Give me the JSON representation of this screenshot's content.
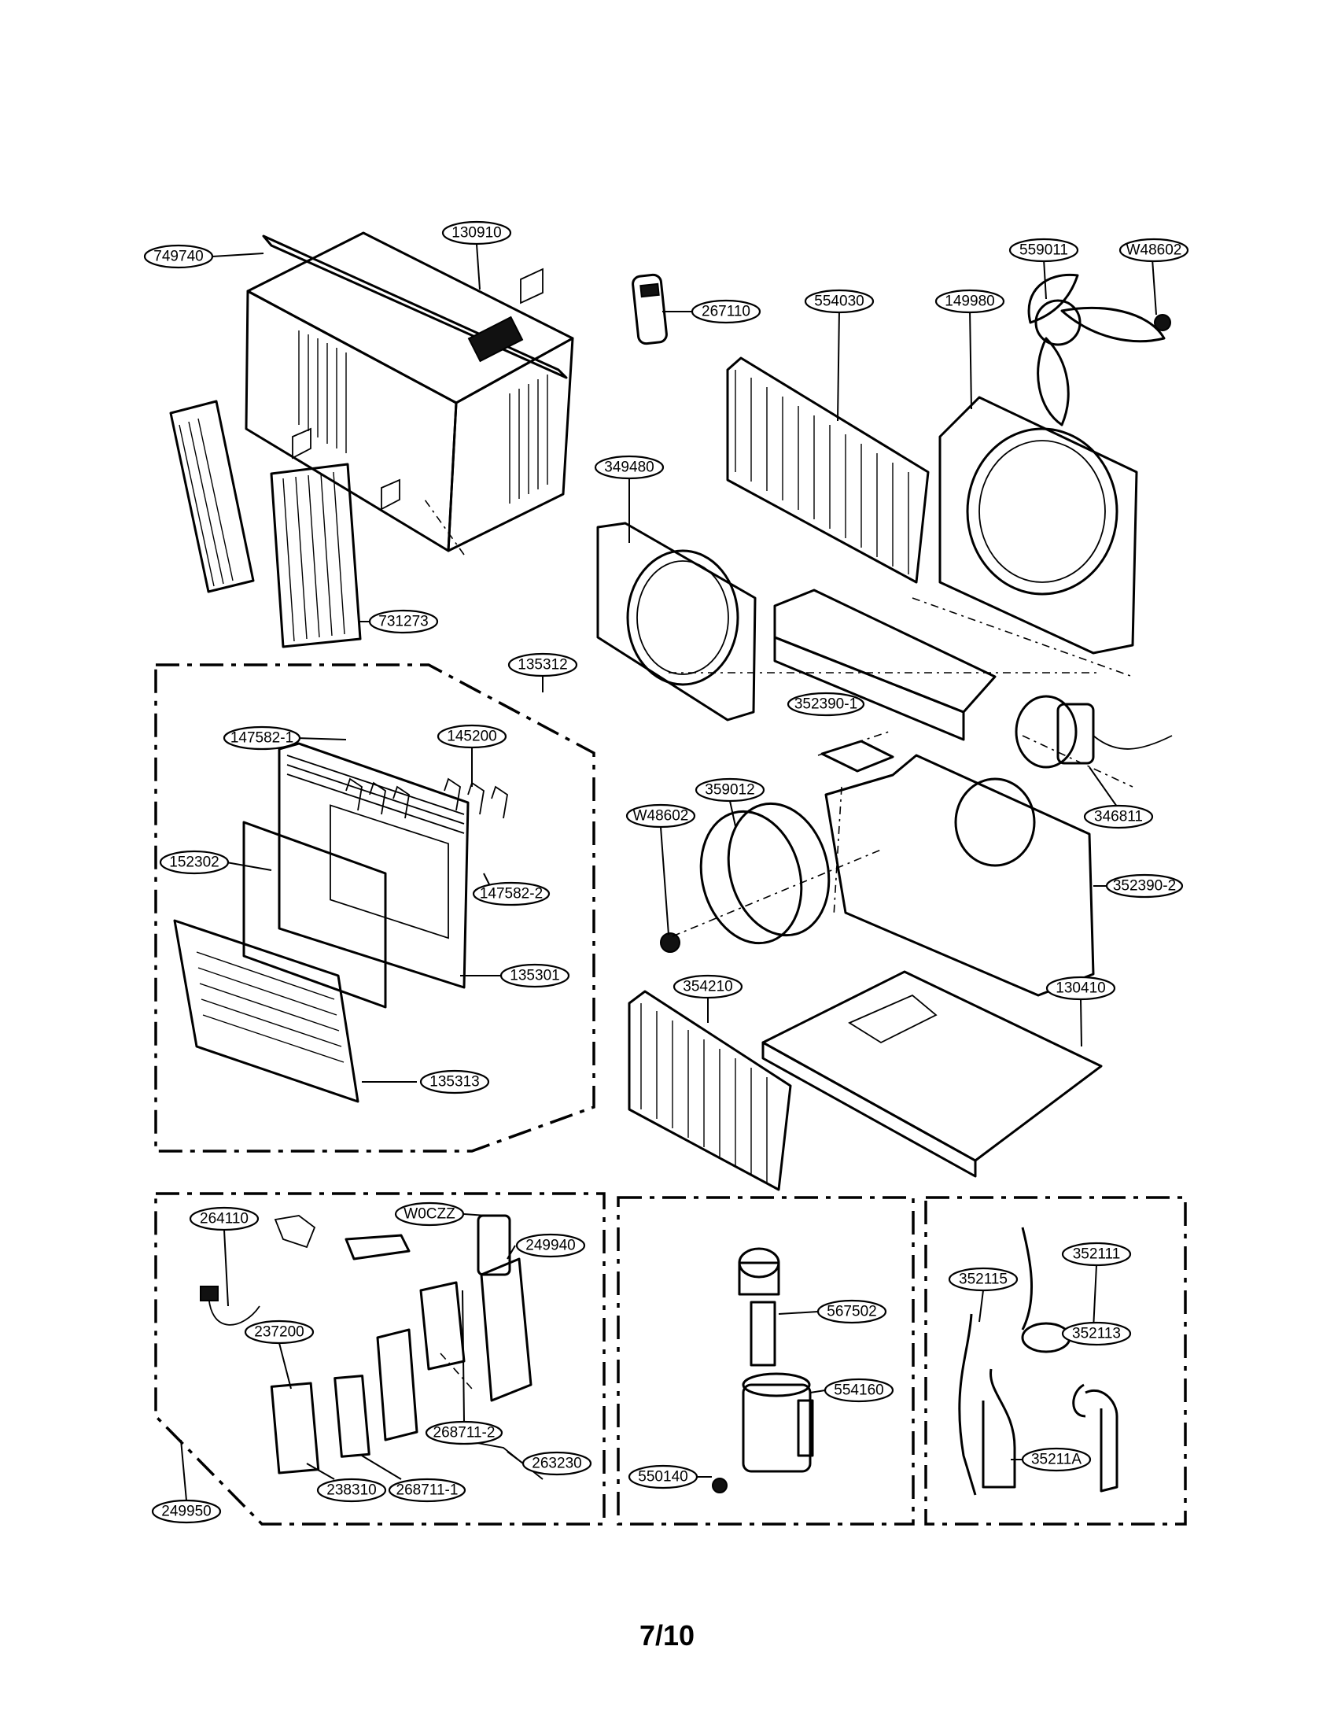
{
  "page_number": "7/10",
  "labels": [
    "749740",
    "130910",
    "267110",
    "559011",
    "W48602",
    "554030",
    "149980",
    "349480",
    "731273",
    "135312",
    "352390-1",
    "147582-1",
    "145200",
    "346811",
    "359012",
    "W48602",
    "152302",
    "147582-2",
    "352390-2",
    "135301",
    "354210",
    "130410",
    "135313",
    "W0CZZ",
    "264110",
    "249940",
    "237200",
    "268711-2",
    "263230",
    "238310",
    "268711-1",
    "249950",
    "567502",
    "554160",
    "550140",
    "352111",
    "352115",
    "352113",
    "35211A"
  ]
}
